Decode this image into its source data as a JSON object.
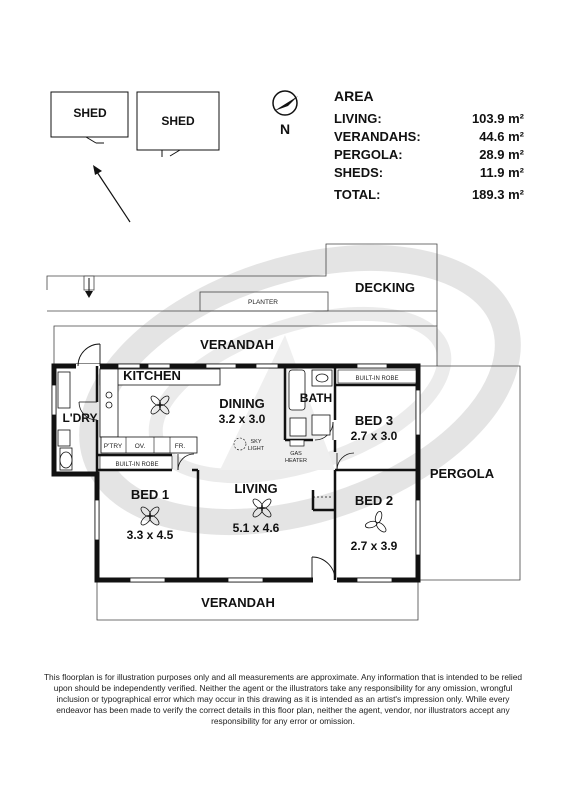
{
  "compass": {
    "label": "N"
  },
  "area": {
    "title": "AREA",
    "rows": [
      {
        "label": "LIVING:",
        "value": "103.9 m²"
      },
      {
        "label": "VERANDAHS:",
        "value": "44.6 m²"
      },
      {
        "label": "PERGOLA:",
        "value": "28.9 m²"
      },
      {
        "label": "SHEDS:",
        "value": "11.9 m²"
      }
    ],
    "total": {
      "label": "TOTAL:",
      "value": "189.3 m²"
    }
  },
  "sheds": {
    "shed1": "SHED",
    "shed2": "SHED"
  },
  "outdoor": {
    "decking": "DECKING",
    "planter": "PLANTER",
    "verandah_top": "VERANDAH",
    "verandah_bottom": "VERANDAH",
    "pergola": "PERGOLA"
  },
  "rooms": {
    "kitchen": {
      "name": "KITCHEN"
    },
    "laundry": {
      "name": "L'DRY"
    },
    "dining": {
      "name": "DINING",
      "size": "3.2 x 3.0"
    },
    "bath": {
      "name": "BATH"
    },
    "bed3": {
      "name": "BED 3",
      "size": "2.7 x 3.0"
    },
    "bed1": {
      "name": "BED 1",
      "size": "3.3 x 4.5"
    },
    "living": {
      "name": "LIVING",
      "size": "5.1 x 4.6"
    },
    "bed2": {
      "name": "BED 2",
      "size": "2.7 x 3.9"
    }
  },
  "fixtures": {
    "built_in_robe_1": "BUILT-IN ROBE",
    "built_in_robe_2": "BUILT-IN ROBE",
    "pantry": "P'TRY",
    "oven": "OV.",
    "fridge": "FR.",
    "skylight_1": "SKY",
    "skylight_2": "LIGHT",
    "gas_heater_1": "GAS",
    "gas_heater_2": "HEATER"
  },
  "disclaimer": "This floorplan is for illustration purposes only and all measurements are approximate. Any information that is intended to be relied upon should be independently verified. Neither the agent or the illustrators take any responsibility for any omission, wrongful inclusion or typographical error which may occur in this drawing as it is intended as an artist's impression only. While every endeavor has been made to verify the correct details in this floor plan, neither the agent, vendor, nor illustrators accept any responsibility for any error or omission.",
  "colors": {
    "wall": "#111111",
    "watermark": "#d6d6d6"
  }
}
